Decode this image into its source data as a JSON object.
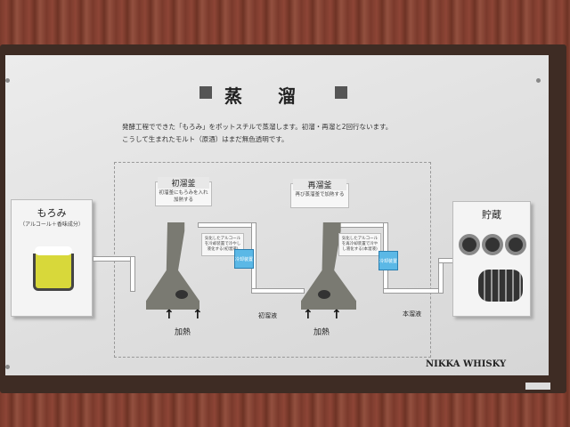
{
  "title": "蒸溜",
  "description": [
    "発酵工程でできた「もろみ」をポットスチルで蒸溜します。初溜・再溜と2回行ないます。",
    "こうして生まれたモルト（原酒）はまだ無色透明です。"
  ],
  "moromi": {
    "title": "もろみ",
    "subtitle": "（アルコール＋香味成分）"
  },
  "first_still": {
    "title": "初溜釜",
    "desc": "初溜釜にもろみを入れ加熱する",
    "note": "気化したアルコールを冷却装置で冷やし液化する(初溜液)",
    "cooler": "冷却装置",
    "heat": "加熱",
    "output": "初溜液"
  },
  "second_still": {
    "title": "再溜釜",
    "desc": "再び蒸溜釜で加熱する",
    "note": "気化したアルコールを再冷却装置で冷やし液化する(本溜液)",
    "cooler": "冷却装置",
    "heat": "加熱",
    "output": "本溜液"
  },
  "storage": {
    "title": "貯蔵"
  },
  "brand": "NIKKA WHISKY",
  "colors": {
    "liquid": "#d8d83a",
    "cooler": "#5bb8e6",
    "still": "#7a7a72"
  }
}
